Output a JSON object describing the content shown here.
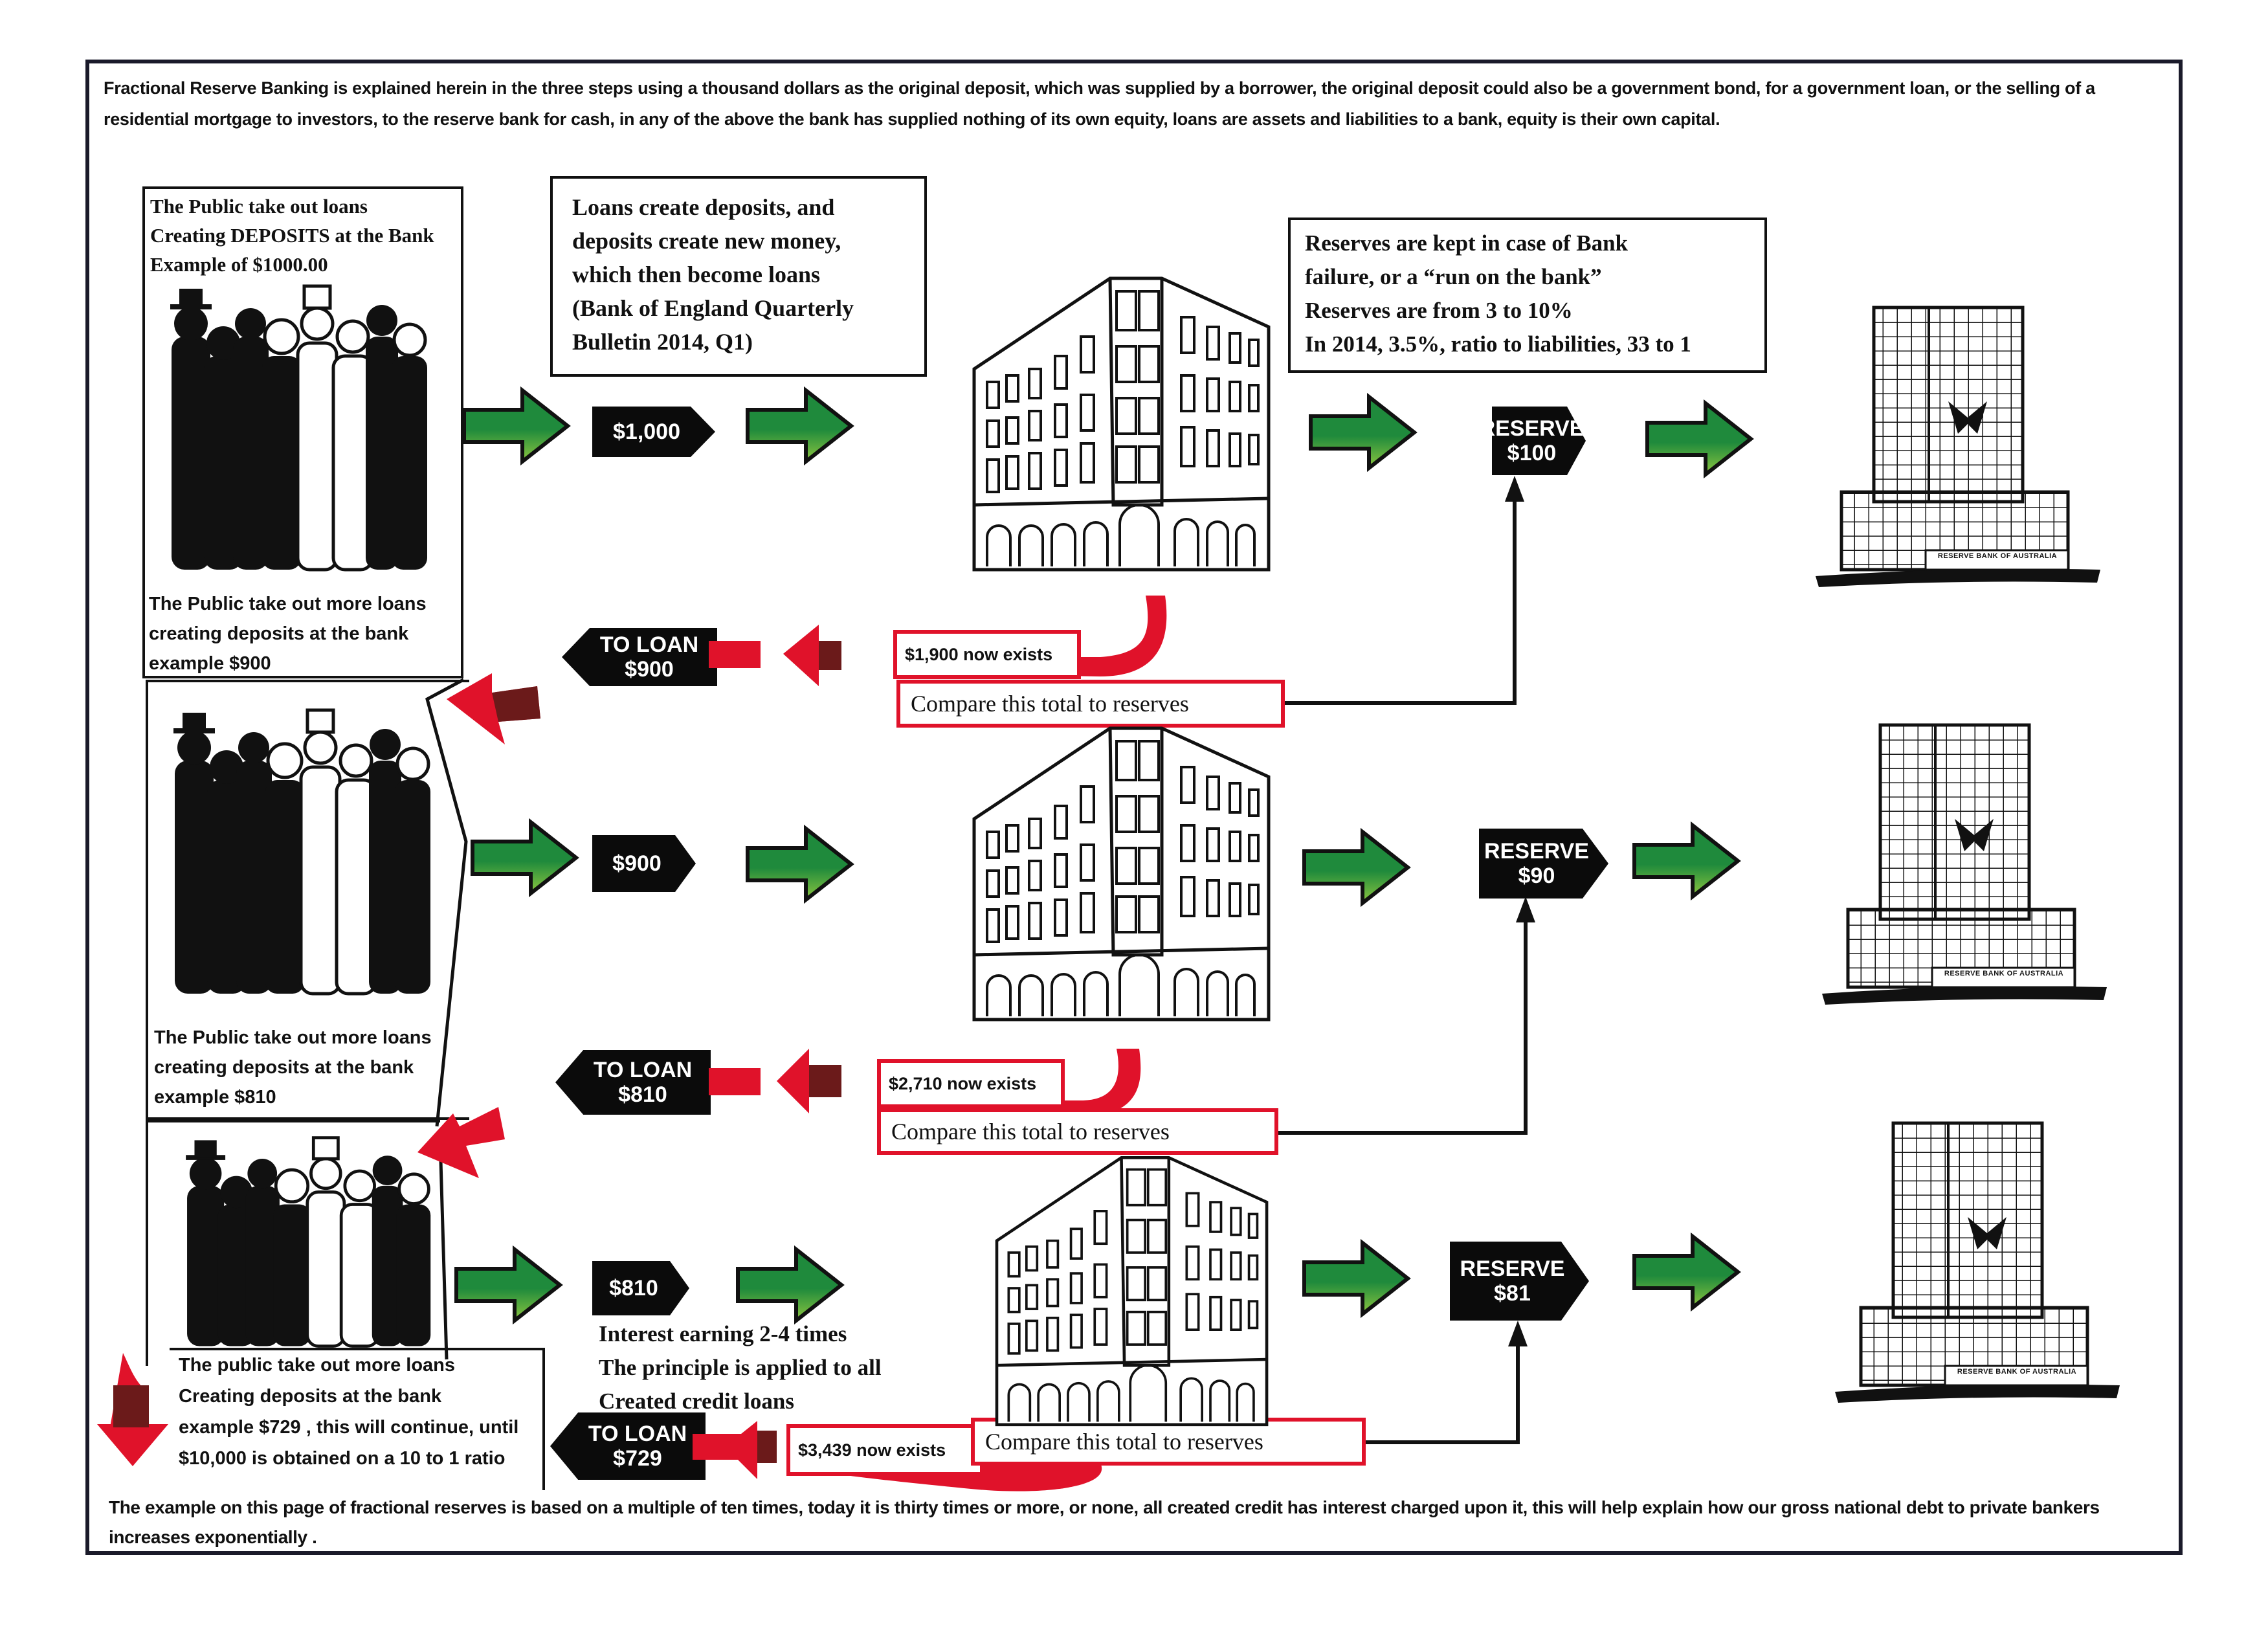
{
  "intro_text": "Fractional Reserve Banking is explained herein in the three steps using a thousand dollars as the original deposit, which was supplied by a borrower, the original deposit could also be a government bond, for a government loan, or the selling of a residential mortgage to investors, to the reserve bank for cash, in any of the above the bank has supplied nothing of its own equity, loans are assets and liabilities to a bank, equity is their own capital.",
  "public_box": {
    "title_lines": [
      "The Public take out loans",
      "Creating DEPOSITS at the Bank",
      "Example of $1000.00"
    ]
  },
  "loans_note_lines": [
    "Loans create deposits, and",
    "deposits create new money,",
    "which then become loans",
    "(Bank of England Quarterly",
    "Bulletin 2014, Q1)"
  ],
  "reserves_note_lines": [
    "Reserves are kept in case of Bank",
    "failure, or a “run on the bank”",
    "Reserves are from 3 to 10%",
    "In 2014, 3.5%, ratio to liabilities, 33 to 1"
  ],
  "steps": [
    {
      "deposit_tag": "$1,000",
      "reserve_tag": [
        "RESERVE",
        "$100"
      ],
      "loan_tag": [
        "TO LOAN",
        "$900"
      ],
      "exists_text": "$1,900 now exists",
      "compare_text": "Compare this total to reserves",
      "public_caption": [
        "The Public take out more loans",
        "creating deposits at the bank",
        "example $900"
      ]
    },
    {
      "deposit_tag": "$900",
      "reserve_tag": [
        "RESERVE",
        "$90"
      ],
      "loan_tag": [
        "TO LOAN",
        "$810"
      ],
      "exists_text": "$2,710 now exists",
      "compare_text": "Compare this total to reserves",
      "public_caption": [
        "The Public take out more loans",
        "creating deposits at the bank",
        "example $810"
      ]
    },
    {
      "deposit_tag": "$810",
      "reserve_tag": [
        "RESERVE",
        "$81"
      ],
      "loan_tag": [
        "TO LOAN",
        "$729"
      ],
      "exists_text": "$3,439 now exists",
      "compare_text": "Compare this total to reserves",
      "public_caption": [
        "The public take out more loans",
        "Creating deposits at the bank",
        "example $729 , this will continue, until",
        "$10,000 is obtained on a 10 to 1 ratio"
      ]
    }
  ],
  "interest_note_lines": [
    "Interest earning 2-4 times",
    "The principle is applied to all",
    "Created credit loans"
  ],
  "reserve_bank_sign": "RESERVE BANK OF AUSTRALIA",
  "outro_text": "The example on this page of fractional reserves is based on a multiple of ten times, today it is thirty times or more, or none, all created credit has interest charged upon it, this will help explain how our gross national debt to private bankers increases exponentially .",
  "colors": {
    "green_arrow": "#1f8a3c",
    "green_arrow_light": "#8cc63f",
    "red_arrow": "#e0122a",
    "dark_red": "#6b1a1a",
    "tag_black": "#0b0b0b"
  }
}
